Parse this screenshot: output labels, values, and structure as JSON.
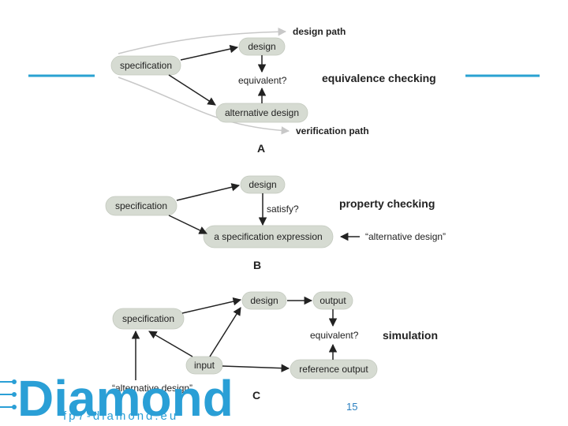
{
  "diagram_a": {
    "specification": "specification",
    "design": "design",
    "equivalent": "equivalent?",
    "alternative_design": "alternative design",
    "design_path": "design path",
    "verification_path": "verification path",
    "title": "equivalence checking",
    "letter": "A"
  },
  "diagram_b": {
    "specification": "specification",
    "design": "design",
    "satisfy": "satisfy?",
    "spec_expression": "a specification expression",
    "alt_design_quote": "“alternative design”",
    "title": "property checking",
    "letter": "B"
  },
  "diagram_c": {
    "specification": "specification",
    "design": "design",
    "output": "output",
    "equivalent": "equivalent?",
    "input": "input",
    "reference_output": "reference output",
    "alt_design_quote": "“alternative design”",
    "title": "simulation",
    "letter": "C"
  },
  "footer": {
    "logo_text": "Diamond",
    "logo_subtext": "fp7-diamond.eu",
    "page_number": "15"
  },
  "colors": {
    "accent": "#2aa2d2",
    "node_fill": "#d6dbd2"
  }
}
